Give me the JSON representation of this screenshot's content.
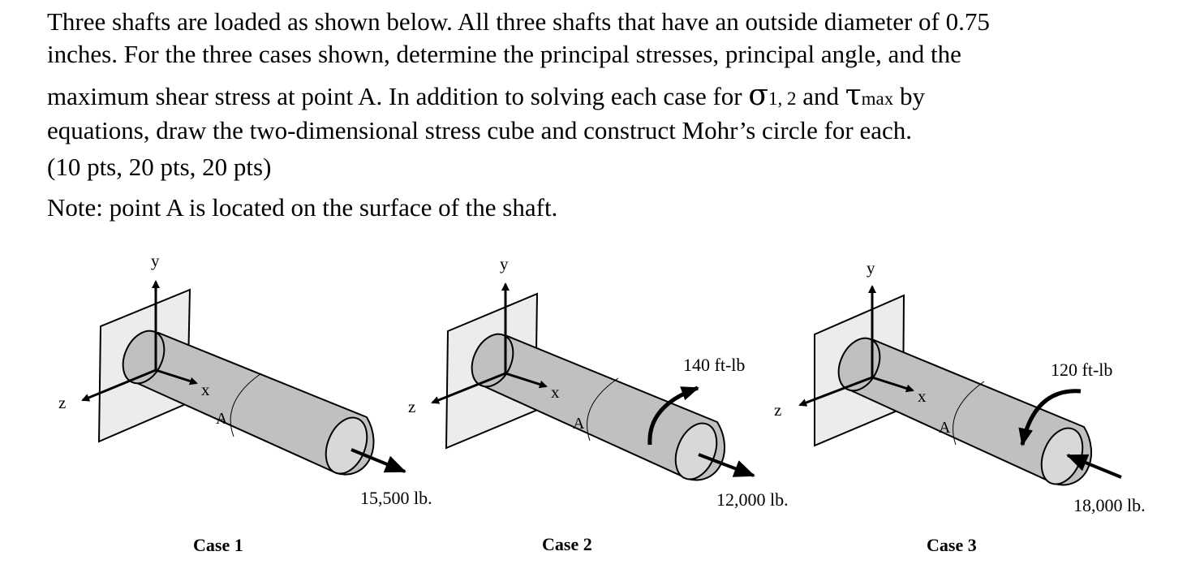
{
  "problem": {
    "line1": "Three shafts are loaded as shown below.  All three shafts that have an outside diameter of 0.75",
    "line2": "inches.  For the three cases shown, determine the principal stresses, principal angle, and the",
    "line3_a": "maximum shear stress at point A.  In addition to solving each case for ",
    "sigma": "σ",
    "sigma_sub": "1, 2",
    "line3_b": " and ",
    "tau": "τ",
    "tau_sub": "max",
    "line3_c": " by",
    "line4": "equations, draw the two-dimensional stress cube and construct Mohr’s circle for each.",
    "line5": "(10 pts, 20 pts, 20 pts)",
    "line6": "Note: point A is located on the surface of the shaft."
  },
  "cases": [
    {
      "label": "Case 1",
      "axis_y": "y",
      "axis_z": "z",
      "axis_x": "x",
      "point": "A",
      "axial_load": "15,500 lb.",
      "torque": ""
    },
    {
      "label": "Case 2",
      "axis_y": "y",
      "axis_z": "z",
      "axis_x": "x",
      "point": "A",
      "axial_load": "12,000 lb.",
      "torque": "140 ft-lb"
    },
    {
      "label": "Case 3",
      "axis_y": "y",
      "axis_z": "z",
      "axis_x": "x",
      "point": "A",
      "axial_load": "18,000 lb.",
      "torque": "120 ft-lb"
    }
  ],
  "colors": {
    "shaft_body": "#c0c0c0",
    "shaft_end": "#d8d8d8",
    "wall": "#ececec",
    "ink": "#000000"
  }
}
